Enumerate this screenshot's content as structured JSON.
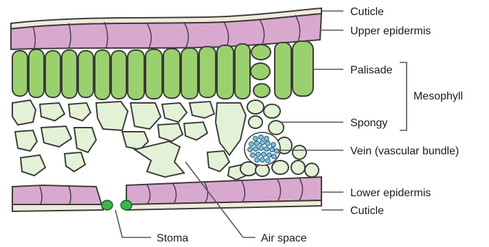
{
  "diagram": {
    "labels": {
      "cuticle_top": "Cuticle",
      "upper_epidermis": "Upper epidermis",
      "palisade": "Palisade",
      "mesophyll": "Mesophyll",
      "spongy": "Spongy",
      "vein": "Vein (vascular bundle)",
      "lower_epidermis": "Lower epidermis",
      "cuticle_bottom": "Cuticle",
      "stoma": "Stoma",
      "air_space": "Air space"
    },
    "colors": {
      "cuticle": "#f1eadc",
      "epidermis": "#d9a8cf",
      "palisade": "#9bd06f",
      "spongy": "#e3f2d6",
      "vein": "#78c4e4",
      "guard_cell": "#3ab64a",
      "outline": "#3a3a3a",
      "leader": "#555555"
    }
  }
}
